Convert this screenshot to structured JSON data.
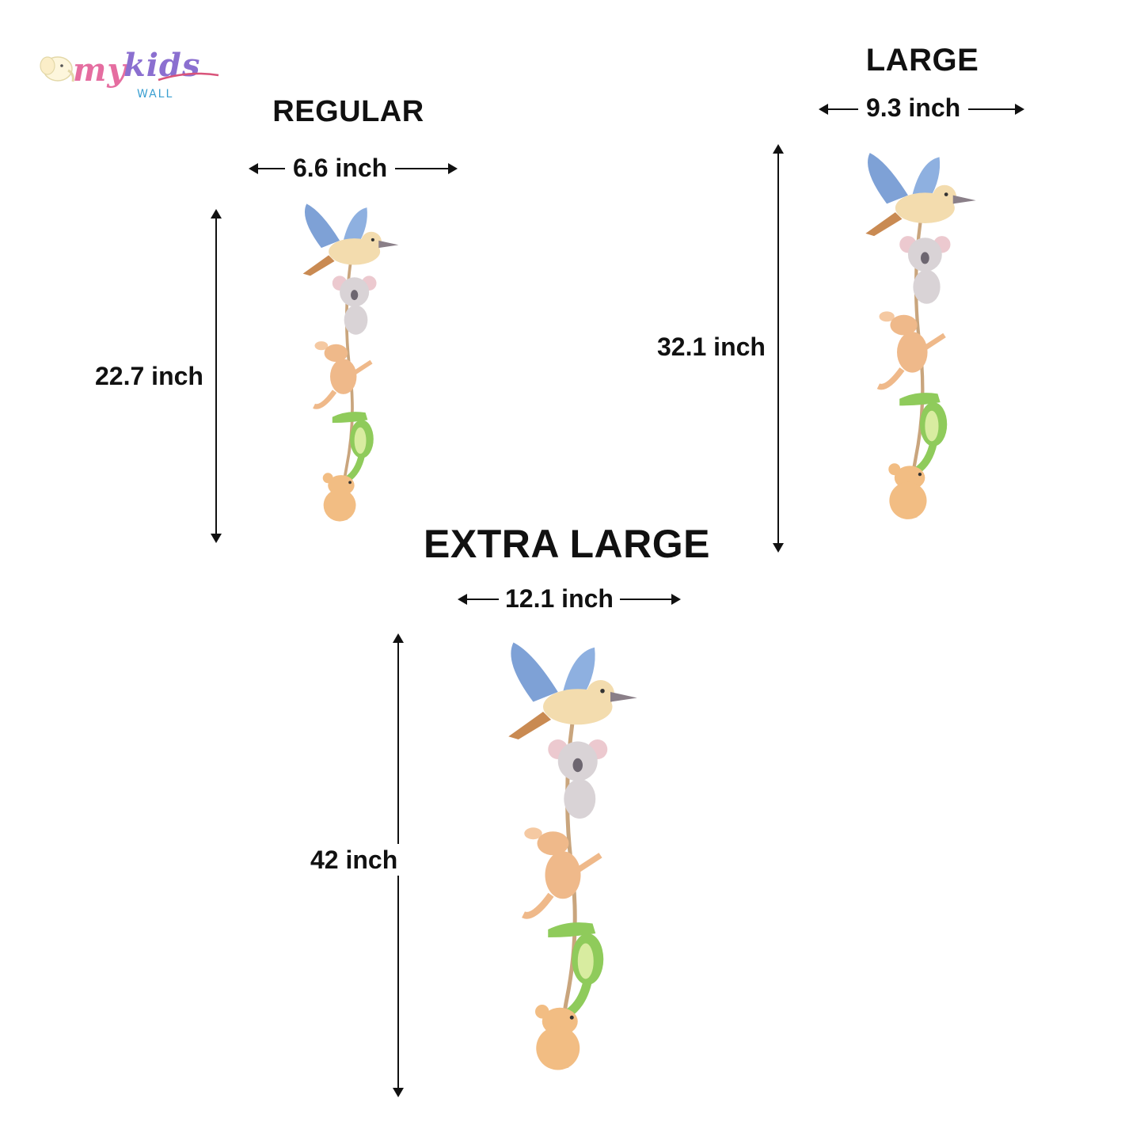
{
  "brand": {
    "word_a": "my",
    "word_b": "kids",
    "sub": "WALL"
  },
  "sizes": [
    {
      "key": "regular",
      "title": "REGULAR",
      "width_label": "6.6 inch",
      "height_label": "22.7 inch"
    },
    {
      "key": "large",
      "title": "LARGE",
      "width_label": "9.3 inch",
      "height_label": "32.1 inch"
    },
    {
      "key": "extra_large",
      "title": "EXTRA LARGE",
      "width_label": "12.1 inch",
      "height_label": "42 inch"
    }
  ],
  "colors": {
    "bird_wing": "#7ea1d6",
    "bird_body": "#f3dcae",
    "koala": "#d9d3d6",
    "kangaroo": "#efb98a",
    "crocodile": "#8fcb5b",
    "quokka": "#f2bd83",
    "rope": "#c9a57d"
  },
  "illustration_icons": [
    "kookaburra-icon",
    "koala-icon",
    "kangaroo-icon",
    "crocodile-icon",
    "quokka-icon"
  ]
}
